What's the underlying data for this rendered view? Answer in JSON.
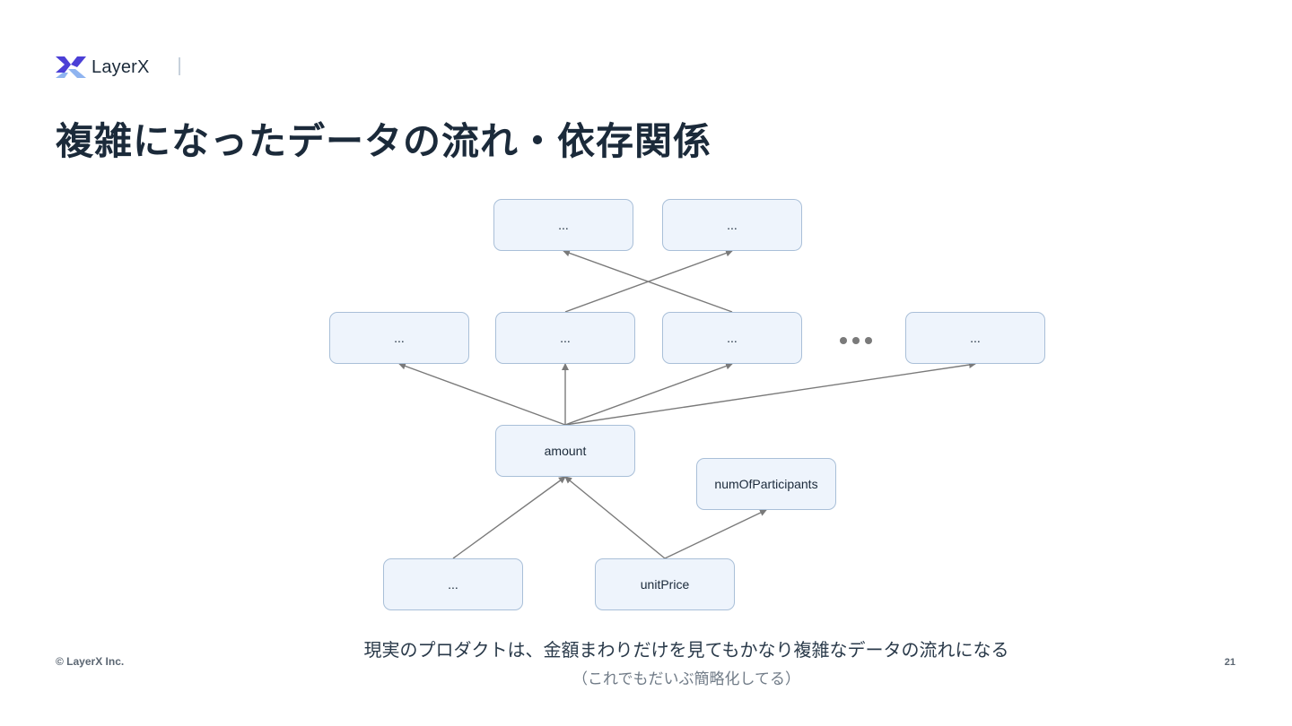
{
  "brand": {
    "name": "LayerX",
    "colors": {
      "mark_primary": "#4b3fd6",
      "mark_secondary": "#8fb4f0",
      "text": "#1b2a3a"
    }
  },
  "title": "複雑になったデータの流れ・依存関係",
  "diagram": {
    "nodes": [
      {
        "id": "top-left",
        "label": "..."
      },
      {
        "id": "top-right",
        "label": "..."
      },
      {
        "id": "mid-1",
        "label": "..."
      },
      {
        "id": "mid-2",
        "label": "..."
      },
      {
        "id": "mid-3",
        "label": "..."
      },
      {
        "id": "mid-4",
        "label": "..."
      },
      {
        "id": "amount",
        "label": "amount"
      },
      {
        "id": "num-of-participants",
        "label": "numOfParticipants"
      },
      {
        "id": "bottom-left",
        "label": "..."
      },
      {
        "id": "unit-price",
        "label": "unitPrice"
      }
    ],
    "edges": [
      {
        "from": "mid-2",
        "to": "top-right"
      },
      {
        "from": "mid-3",
        "to": "top-left"
      },
      {
        "from": "amount",
        "to": "mid-1"
      },
      {
        "from": "amount",
        "to": "mid-2"
      },
      {
        "from": "amount",
        "to": "mid-3"
      },
      {
        "from": "amount",
        "to": "mid-4"
      },
      {
        "from": "bottom-left",
        "to": "amount"
      },
      {
        "from": "unit-price",
        "to": "amount"
      },
      {
        "from": "unit-price",
        "to": "num-of-participants"
      }
    ],
    "colors": {
      "node_fill": "#eef4fc",
      "node_border": "#a9bfd8",
      "edge": "#7a7a7a",
      "dots": "#7a7a7a"
    }
  },
  "caption": "現実のプロダクトは、金額まわりだけを見てもかなり複雑なデータの流れになる",
  "subcaption": "（これでもだいぶ簡略化してる）",
  "footer": {
    "copyright": "© LayerX Inc.",
    "page_number": "21"
  }
}
